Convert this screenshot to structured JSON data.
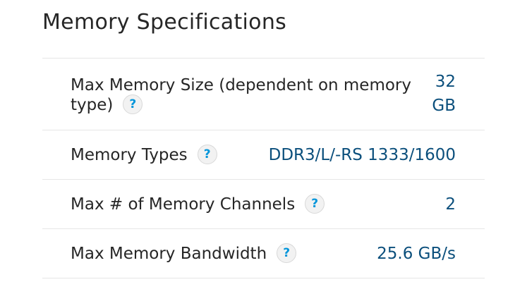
{
  "section": {
    "title": "Memory Specifications"
  },
  "help_icon_glyph": "?",
  "colors": {
    "value_text": "#0b4f7c",
    "help_icon": "#0095da",
    "label_text": "#262626",
    "divider": "#e6e6e6"
  },
  "specs": [
    {
      "label": "Max Memory Size (dependent on memory type)",
      "value": "32 GB",
      "help_icon": "question-circle"
    },
    {
      "label": "Memory Types",
      "value": "DDR3/L/-RS 1333/1600",
      "help_icon": "question-circle"
    },
    {
      "label": "Max # of Memory Channels",
      "value": "2",
      "help_icon": "question-circle"
    },
    {
      "label": "Max Memory Bandwidth",
      "value": "25.6 GB/s",
      "help_icon": "question-circle"
    }
  ]
}
